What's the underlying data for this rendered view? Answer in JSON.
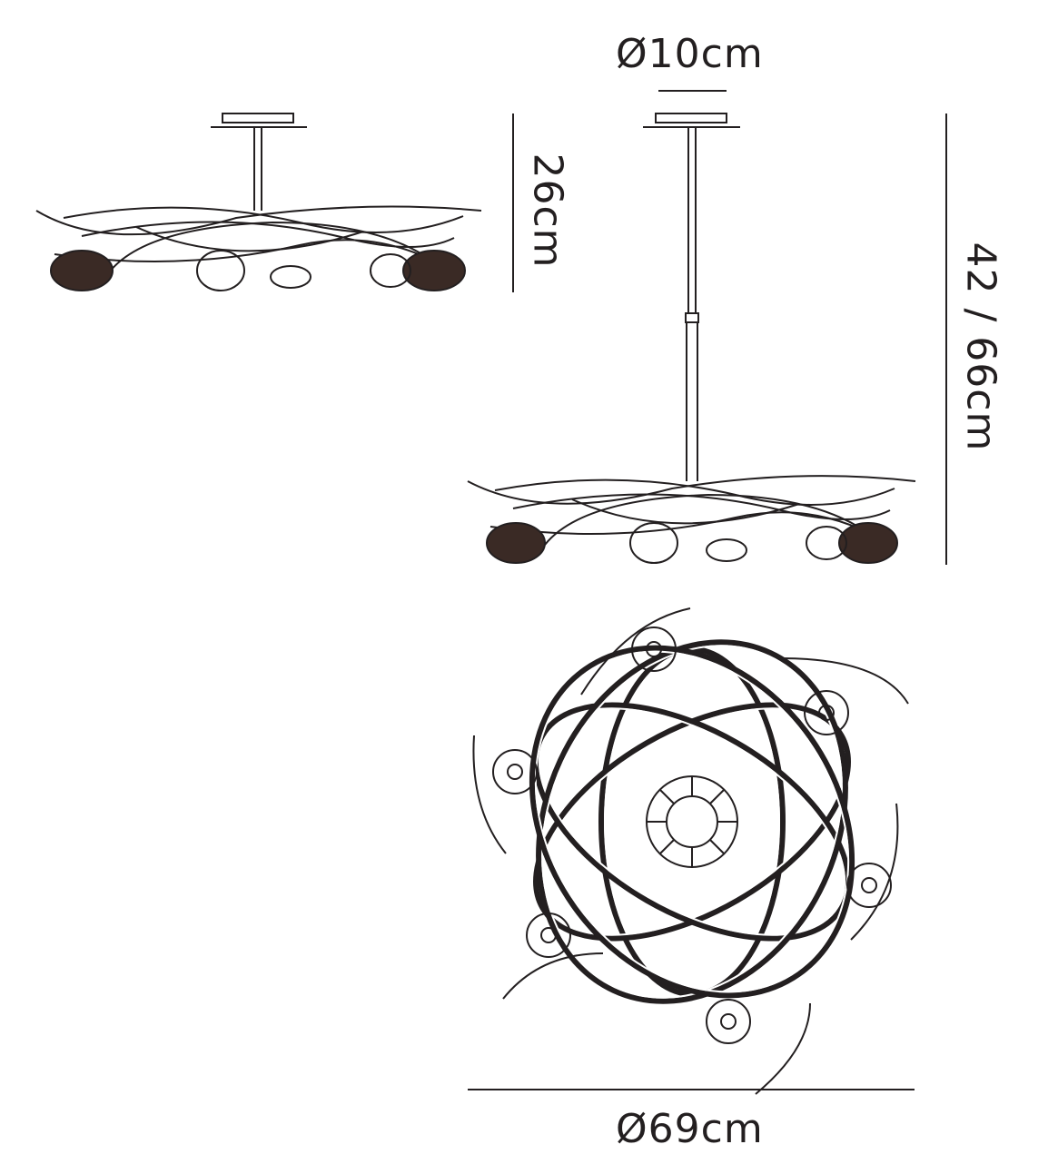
{
  "dimensions": {
    "canopy_diameter": "Ø10cm",
    "semi_flush_height": "26cm",
    "pendant_height": "42 / 66cm",
    "fixture_diameter": "Ø69cm"
  },
  "colors": {
    "line": "#231f20",
    "background": "#ffffff"
  }
}
